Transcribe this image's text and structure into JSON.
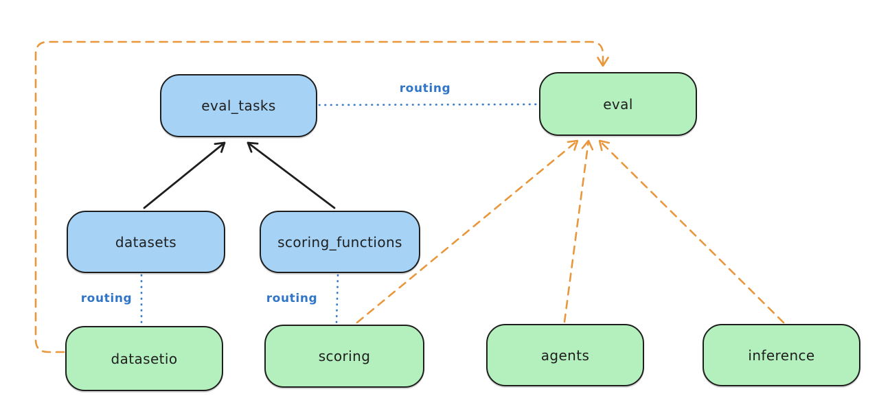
{
  "diagram": {
    "nodes": {
      "eval_tasks": {
        "label": "eval_tasks",
        "kind": "resource",
        "fill": "#a6d3f5"
      },
      "eval": {
        "label": "eval",
        "kind": "api",
        "fill": "#b4f0bd"
      },
      "datasets": {
        "label": "datasets",
        "kind": "resource",
        "fill": "#a6d3f5"
      },
      "scoring_functions": {
        "label": "scoring_functions",
        "kind": "resource",
        "fill": "#a6d3f5"
      },
      "datasetio": {
        "label": "datasetio",
        "kind": "api",
        "fill": "#b4f0bd"
      },
      "scoring": {
        "label": "scoring",
        "kind": "api",
        "fill": "#b4f0bd"
      },
      "agents": {
        "label": "agents",
        "kind": "api",
        "fill": "#b4f0bd"
      },
      "inference": {
        "label": "inference",
        "kind": "api",
        "fill": "#b4f0bd"
      }
    },
    "edge_labels": {
      "eval_tasks_to_eval": "routing",
      "datasets_to_datasetio": "routing",
      "scoring_functions_to_scoring": "routing"
    },
    "edges": [
      {
        "from": "datasets",
        "to": "eval_tasks",
        "style": "solid-black-arrow"
      },
      {
        "from": "scoring_functions",
        "to": "eval_tasks",
        "style": "solid-black-arrow"
      },
      {
        "from": "eval_tasks",
        "to": "eval",
        "style": "dotted-blue",
        "label": "routing"
      },
      {
        "from": "datasets",
        "to": "datasetio",
        "style": "dotted-blue",
        "label": "routing"
      },
      {
        "from": "scoring_functions",
        "to": "scoring",
        "style": "dotted-blue",
        "label": "routing"
      },
      {
        "from": "datasetio",
        "to": "eval",
        "style": "dashed-orange-arrow"
      },
      {
        "from": "scoring",
        "to": "eval",
        "style": "dashed-orange-arrow"
      },
      {
        "from": "agents",
        "to": "eval",
        "style": "dashed-orange-arrow"
      },
      {
        "from": "inference",
        "to": "eval",
        "style": "dashed-orange-arrow"
      }
    ],
    "colors": {
      "background": "#ffffff",
      "node_stroke": "#1e1e1e",
      "blue_node_fill": "#a6d3f5",
      "green_node_fill": "#b4f0bd",
      "routing_blue": "#3176c6",
      "orange_dash": "#e8973c"
    }
  }
}
